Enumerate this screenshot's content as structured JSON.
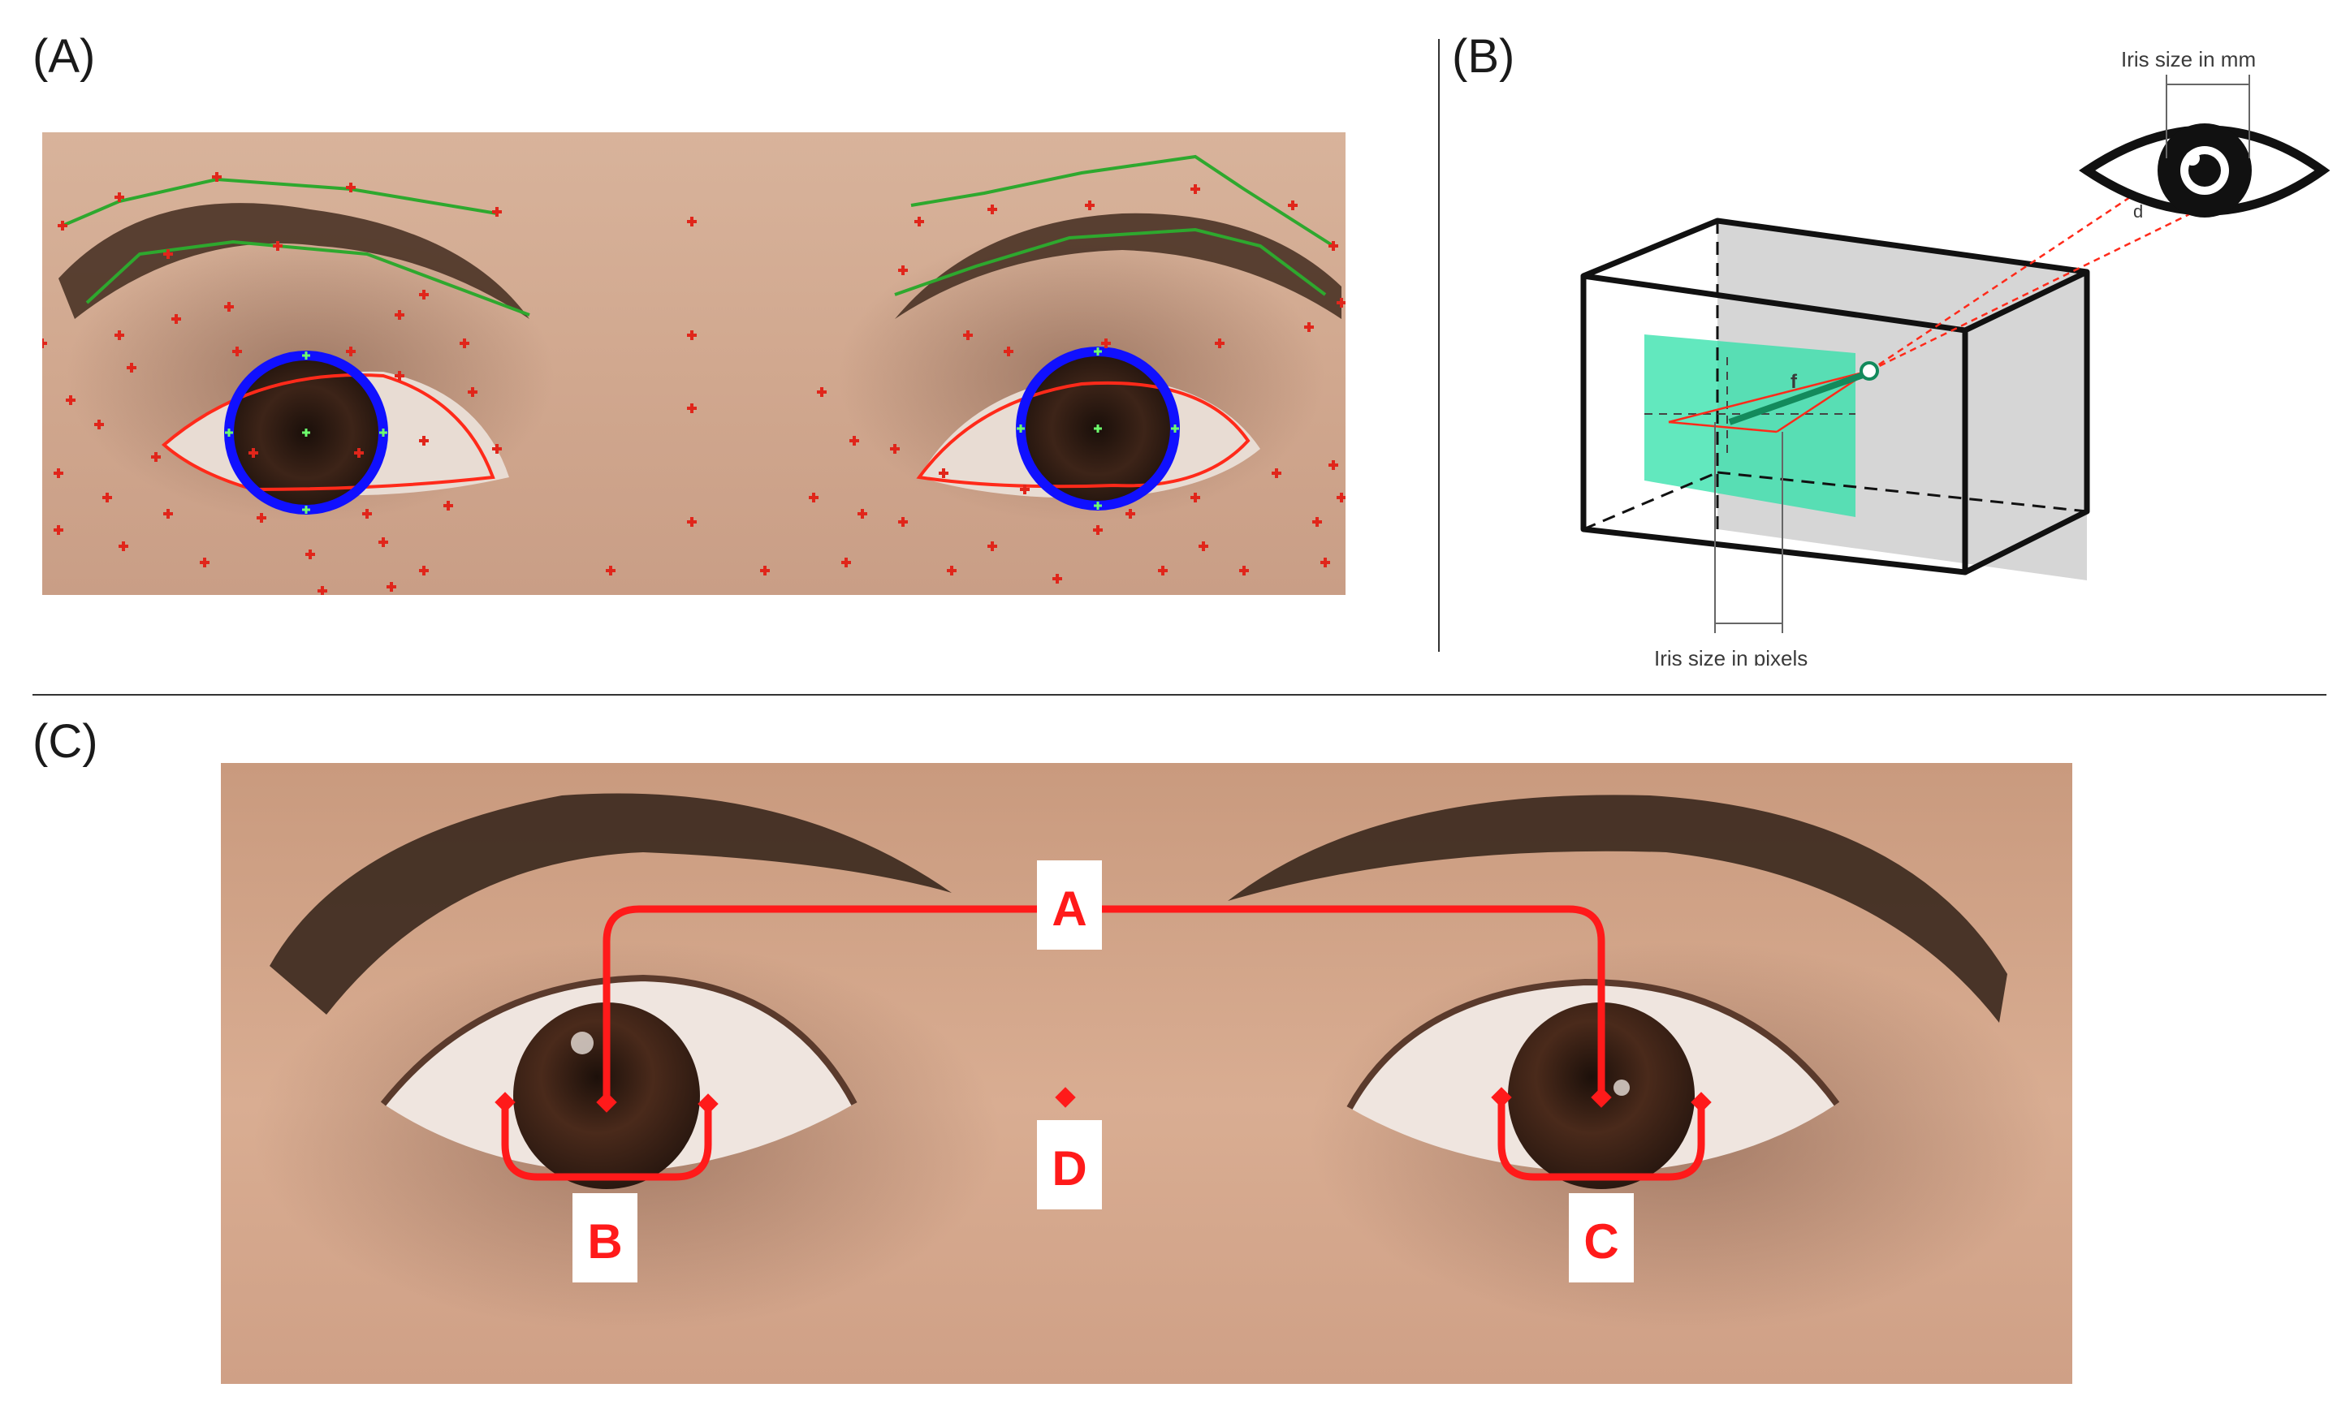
{
  "panels": {
    "a": {
      "label": "(A)"
    },
    "b": {
      "label": "(B)",
      "iris_mm_label": "Iris size in mm",
      "iris_px_label": "Iris size in pixels",
      "focal_label": "f",
      "distance_label": "d"
    },
    "c": {
      "label": "(C)",
      "callout_a": "A",
      "callout_b": "B",
      "callout_c": "C",
      "callout_d": "D"
    }
  },
  "colors": {
    "landmark": "#e0261b",
    "iris_circle": "#1010ff",
    "eyelid_contour": "#ff2a1a",
    "brow_contour": "#2ea82e",
    "iris_points": "#6dff6d",
    "sensor_plane": "#2ee0a8",
    "annotation": "#ff1a1a"
  }
}
